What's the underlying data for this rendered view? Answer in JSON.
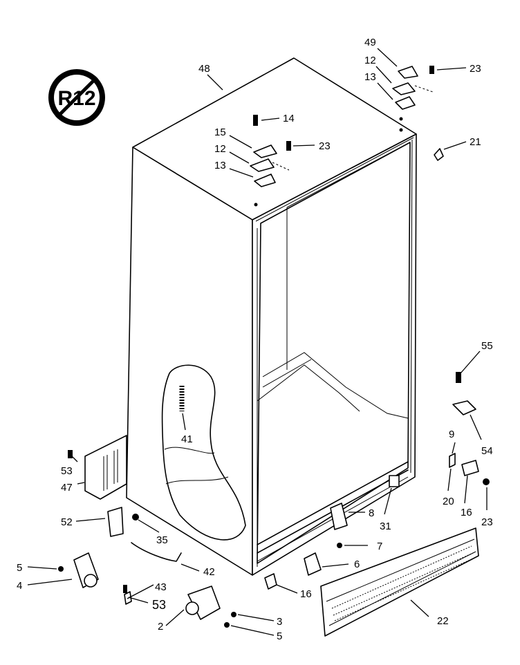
{
  "refrigerant_mark": "R12",
  "callouts": {
    "c48": "48",
    "c49": "49",
    "c12_top": "12",
    "c13_top": "13",
    "c23_top": "23",
    "c21": "21",
    "c14": "14",
    "c15": "15",
    "c12_mid": "12",
    "c23_mid": "23",
    "c13_mid": "13",
    "c41": "41",
    "c55": "55",
    "c54": "54",
    "c9": "9",
    "c20": "20",
    "c16_right": "16",
    "c23_right": "23",
    "c31": "31",
    "c8": "8",
    "c7": "7",
    "c6": "6",
    "c16_bottom": "16",
    "c22": "22",
    "c53_left": "53",
    "c47": "47",
    "c52": "52",
    "c35": "35",
    "c42": "42",
    "c43": "43",
    "c53_bottom": "53",
    "c5_left": "5",
    "c4": "4",
    "c2": "2",
    "c3": "3",
    "c5_bottom": "5"
  }
}
